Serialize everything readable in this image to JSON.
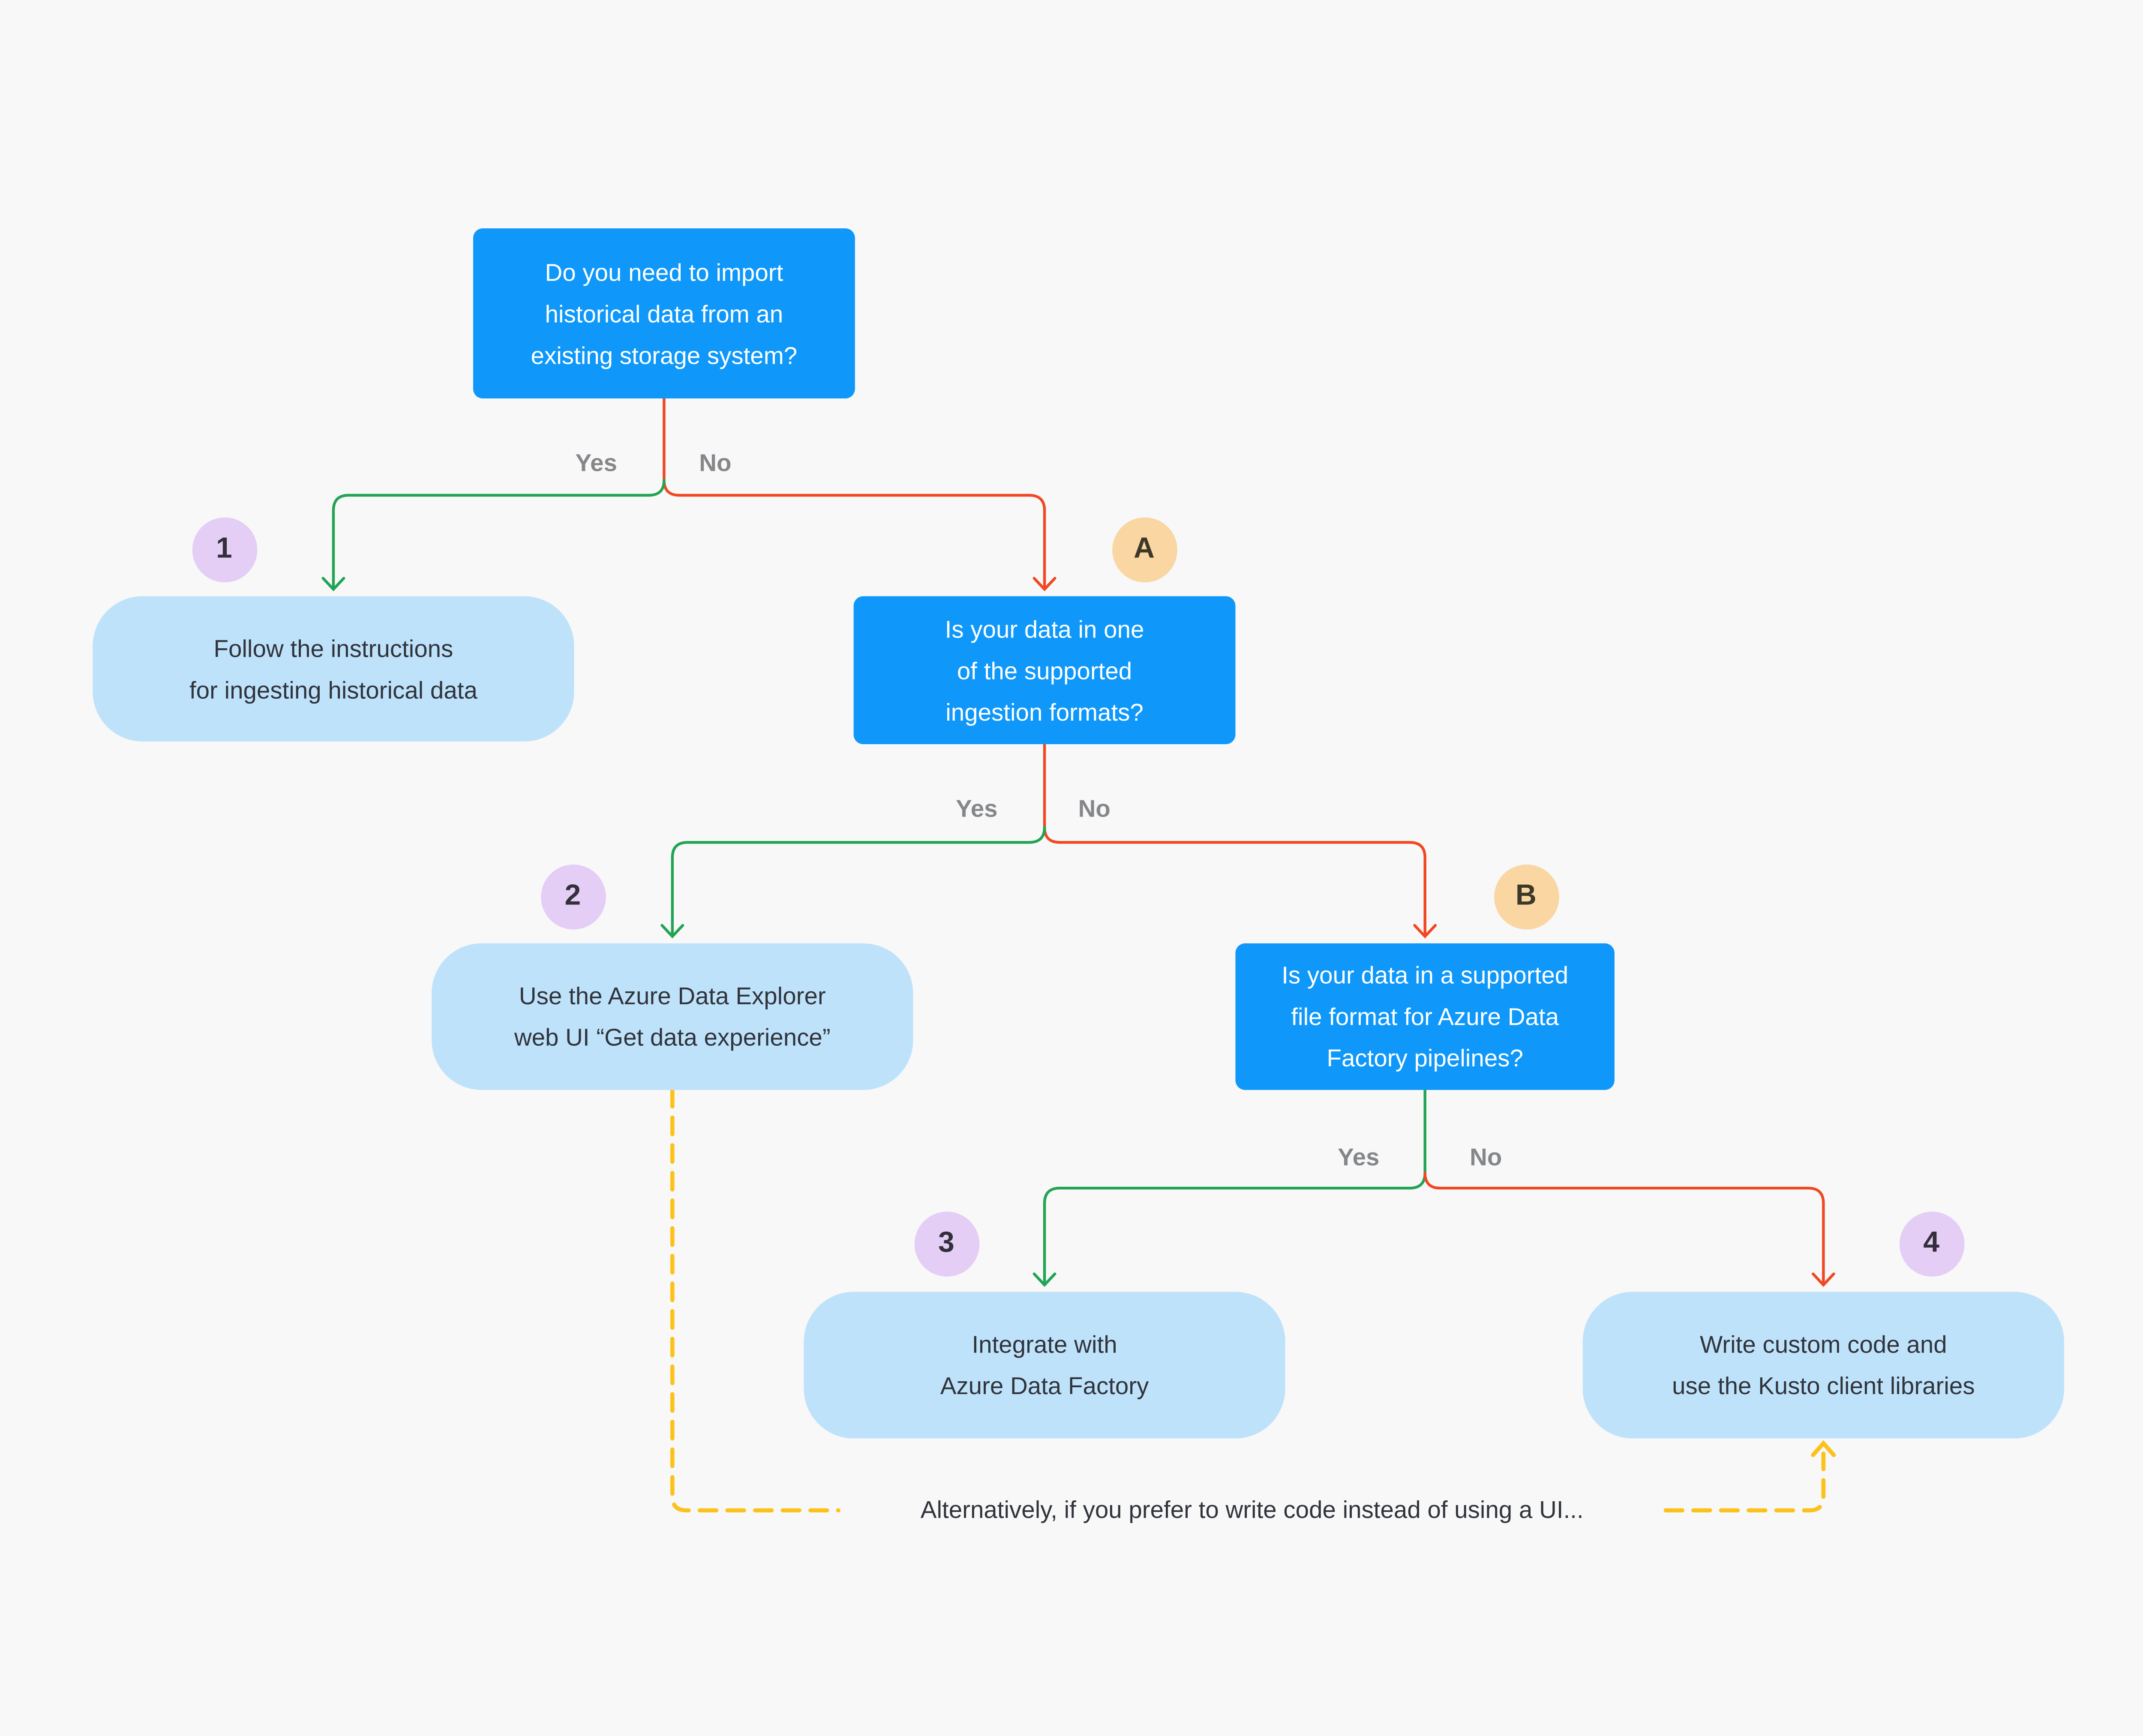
{
  "background": "#F8F8F8",
  "palette": {
    "decision_fill": "#0F98FA",
    "decision_text": "#FFFFFF",
    "action_fill": "#BFE2FB",
    "action_text": "#30343B",
    "step_badge_fill": "#E4CEF6",
    "step_badge_text": "#332F3B",
    "branch_badge_fill": "#F9D6A2",
    "branch_badge_text": "#3D3827",
    "yes_color": "#22A454",
    "no_color": "#F04823",
    "alt_color": "#FCC21C",
    "label_color": "#85878A"
  },
  "labels": {
    "yes": "Yes",
    "no": "No"
  },
  "decisions": {
    "import_historical": {
      "lines": [
        "Do you need to import",
        "historical data from an",
        "existing storage system?"
      ]
    },
    "supported_ingestion": {
      "lines": [
        "Is your data in one",
        "of the supported",
        "ingestion formats?"
      ]
    },
    "adf_file_format": {
      "lines": [
        "Is your data in a supported",
        "file format for Azure Data",
        "Factory pipelines?"
      ]
    }
  },
  "actions": {
    "ingest_historical": {
      "lines": [
        "Follow the instructions",
        "for ingesting historical data"
      ]
    },
    "web_ui": {
      "lines": [
        "Use the Azure Data Explorer",
        "web UI “Get data experience”"
      ]
    },
    "adf": {
      "lines": [
        "Integrate with",
        "Azure Data Factory"
      ]
    },
    "custom_code": {
      "lines": [
        "Write custom code and",
        "use the Kusto client libraries"
      ]
    }
  },
  "badges": {
    "step1": "1",
    "step2": "2",
    "step3": "3",
    "step4": "4",
    "branchA": "A",
    "branchB": "B"
  },
  "alt_note": "Alternatively, if you prefer to write code instead of using a UI..."
}
